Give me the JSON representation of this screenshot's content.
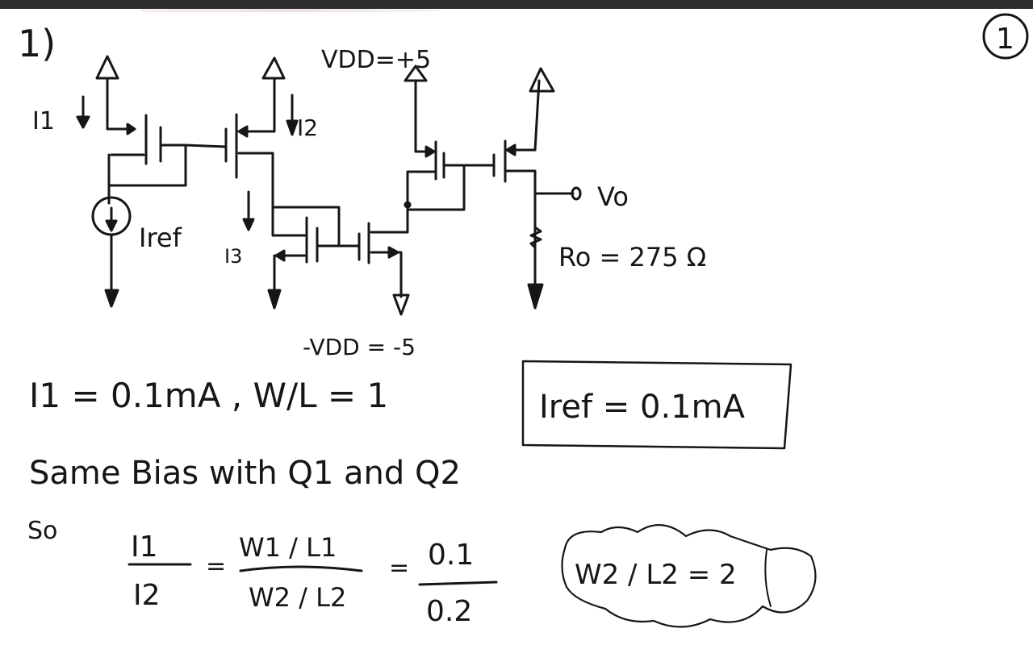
{
  "page": {
    "problem_number": "1)",
    "page_badge": "1"
  },
  "circuit": {
    "vdd_label": "VDD=+5",
    "neg_vdd_label": "-VDD = -5",
    "labels": {
      "i1": "I1",
      "i2": "I2",
      "i3": "I3",
      "iref": "Iref",
      "vo": "Vo",
      "ro": "Ro = 275 Ω"
    }
  },
  "notes": {
    "line1_given": "I1 = 0.1mA , W/L = 1",
    "line1_boxed": "Iref = 0.1mA",
    "line2": "Same Bias with Q1 and Q2",
    "so": "So",
    "frac1_num": "I1",
    "frac1_den": "I2",
    "frac2_num": "W1 / L1",
    "frac2_den": "W2 / L2",
    "frac3_num": "0.1",
    "frac3_den": "0.2",
    "eq": "=",
    "result": "W2 / L2 = 2"
  }
}
